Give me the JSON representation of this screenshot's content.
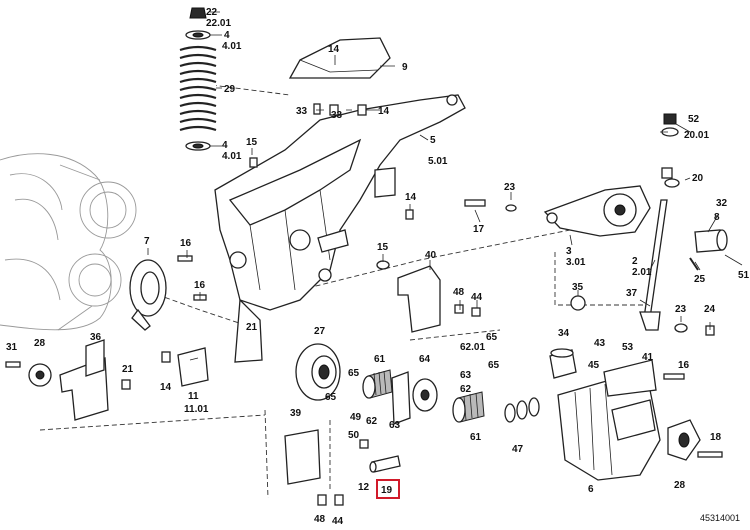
{
  "drawing_code": "45314001",
  "highlighted_part": "19",
  "callouts": [
    {
      "id": "c22",
      "text": "22"
    },
    {
      "id": "c22_01",
      "text": "22.01"
    },
    {
      "id": "c4a",
      "text": "4"
    },
    {
      "id": "c4_01a",
      "text": "4.01"
    },
    {
      "id": "c29",
      "text": "29"
    },
    {
      "id": "c4b",
      "text": "4"
    },
    {
      "id": "c4_01b",
      "text": "4.01"
    },
    {
      "id": "c14a",
      "text": "14"
    },
    {
      "id": "c9",
      "text": "9"
    },
    {
      "id": "c33a",
      "text": "33"
    },
    {
      "id": "c33b",
      "text": "33"
    },
    {
      "id": "c14b",
      "text": "14"
    },
    {
      "id": "c5",
      "text": "5"
    },
    {
      "id": "c5_01",
      "text": "5.01"
    },
    {
      "id": "c15a",
      "text": "15"
    },
    {
      "id": "c14c",
      "text": "14"
    },
    {
      "id": "c7",
      "text": "7"
    },
    {
      "id": "c16a",
      "text": "16"
    },
    {
      "id": "c16b",
      "text": "16"
    },
    {
      "id": "c15b",
      "text": "15"
    },
    {
      "id": "c40",
      "text": "40"
    },
    {
      "id": "c48a",
      "text": "48"
    },
    {
      "id": "c44a",
      "text": "44"
    },
    {
      "id": "c17",
      "text": "17"
    },
    {
      "id": "c23a",
      "text": "23"
    },
    {
      "id": "c3",
      "text": "3"
    },
    {
      "id": "c3_01",
      "text": "3.01"
    },
    {
      "id": "c2",
      "text": "2"
    },
    {
      "id": "c2_01",
      "text": "2.01"
    },
    {
      "id": "c52",
      "text": "52"
    },
    {
      "id": "c20_01",
      "text": "20.01"
    },
    {
      "id": "c20",
      "text": "20"
    },
    {
      "id": "c32",
      "text": "32"
    },
    {
      "id": "c8",
      "text": "8"
    },
    {
      "id": "c25",
      "text": "25"
    },
    {
      "id": "c51",
      "text": "51"
    },
    {
      "id": "c35",
      "text": "35"
    },
    {
      "id": "c37",
      "text": "37"
    },
    {
      "id": "c23b",
      "text": "23"
    },
    {
      "id": "c24",
      "text": "24"
    },
    {
      "id": "c31",
      "text": "31"
    },
    {
      "id": "c28a",
      "text": "28"
    },
    {
      "id": "c36",
      "text": "36"
    },
    {
      "id": "c21a",
      "text": "21"
    },
    {
      "id": "c21b",
      "text": "21"
    },
    {
      "id": "c14d",
      "text": "14"
    },
    {
      "id": "c11",
      "text": "11"
    },
    {
      "id": "c11_01",
      "text": "11.01"
    },
    {
      "id": "c27",
      "text": "27"
    },
    {
      "id": "c61a",
      "text": "61"
    },
    {
      "id": "c64",
      "text": "64"
    },
    {
      "id": "c65a",
      "text": "65"
    },
    {
      "id": "c62_01",
      "text": "62.01"
    },
    {
      "id": "c65b",
      "text": "65"
    },
    {
      "id": "c49",
      "text": "49"
    },
    {
      "id": "c62a",
      "text": "62"
    },
    {
      "id": "c50",
      "text": "50"
    },
    {
      "id": "c63a",
      "text": "63"
    },
    {
      "id": "c63b",
      "text": "63"
    },
    {
      "id": "c65c",
      "text": "65"
    },
    {
      "id": "c61b",
      "text": "61"
    },
    {
      "id": "c62b",
      "text": "62"
    },
    {
      "id": "c65d",
      "text": "65"
    },
    {
      "id": "c34",
      "text": "34"
    },
    {
      "id": "c43",
      "text": "43"
    },
    {
      "id": "c45",
      "text": "45"
    },
    {
      "id": "c53",
      "text": "53"
    },
    {
      "id": "c41",
      "text": "41"
    },
    {
      "id": "c16c",
      "text": "16"
    },
    {
      "id": "c47",
      "text": "47"
    },
    {
      "id": "c39",
      "text": "39"
    },
    {
      "id": "c12",
      "text": "12"
    },
    {
      "id": "c19",
      "text": "19"
    },
    {
      "id": "c48b",
      "text": "48"
    },
    {
      "id": "c44b",
      "text": "44"
    },
    {
      "id": "c6",
      "text": "6"
    },
    {
      "id": "c28b",
      "text": "28"
    },
    {
      "id": "c18",
      "text": "18"
    }
  ]
}
